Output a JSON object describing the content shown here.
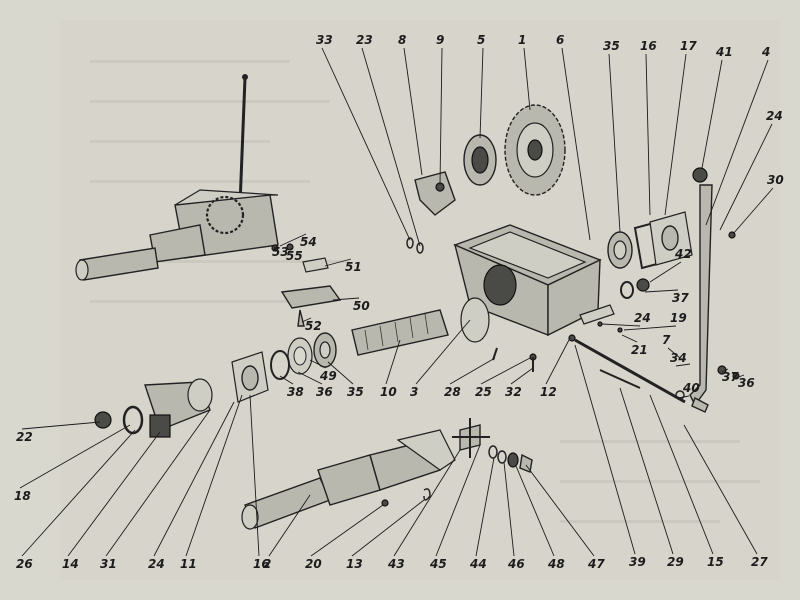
{
  "diagram": {
    "callouts": [
      "33",
      "23",
      "8",
      "9",
      "5",
      "1",
      "6",
      "35",
      "16",
      "17",
      "41",
      "4",
      "24",
      "30",
      "42",
      "37",
      "19",
      "24",
      "21",
      "7",
      "34",
      "37",
      "36",
      "40",
      "27",
      "15",
      "29",
      "39",
      "12",
      "32",
      "25",
      "28",
      "3",
      "10",
      "35",
      "49",
      "36",
      "38",
      "16",
      "11",
      "24",
      "31",
      "14",
      "26",
      "18",
      "22",
      "2",
      "20",
      "13",
      "43",
      "45",
      "44",
      "46",
      "48",
      "47",
      "51",
      "54",
      "55",
      "50",
      "52",
      "53"
    ]
  }
}
